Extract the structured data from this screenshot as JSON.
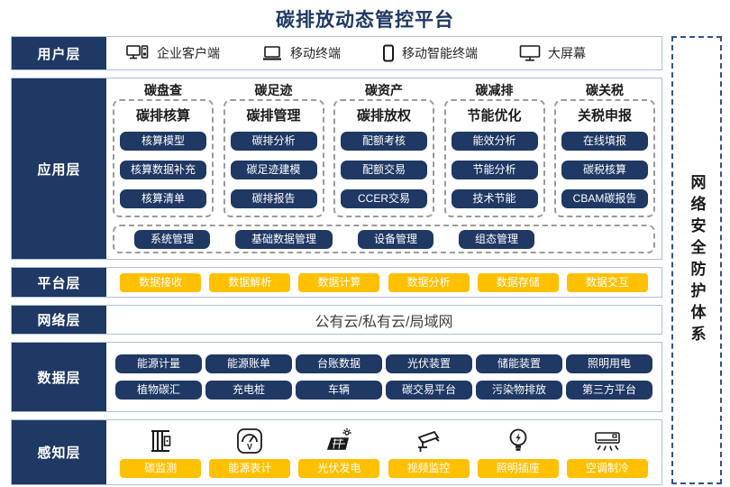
{
  "title": "碳排放动态管控平台",
  "security": {
    "label": "网络安全防护体系"
  },
  "user_layer": {
    "label": "用户层",
    "items": [
      {
        "icon": "desktop-pc-icon",
        "label": "企业客户端"
      },
      {
        "icon": "laptop-icon",
        "label": "移动终端"
      },
      {
        "icon": "smartphone-icon",
        "label": "移动智能终端"
      },
      {
        "icon": "big-screen-icon",
        "label": "大屏幕"
      }
    ]
  },
  "app_layer": {
    "label": "应用层",
    "columns": [
      {
        "header": "碳盘查",
        "subtitle": "碳排核算",
        "items": [
          "核算模型",
          "核算数据补充",
          "核算清单"
        ]
      },
      {
        "header": "碳足迹",
        "subtitle": "碳排管理",
        "items": [
          "碳排分析",
          "碳足迹建模",
          "碳排报告"
        ]
      },
      {
        "header": "碳资产",
        "subtitle": "碳排放权",
        "items": [
          "配额考核",
          "配额交易",
          "CCER交易"
        ]
      },
      {
        "header": "碳减排",
        "subtitle": "节能优化",
        "items": [
          "能效分析",
          "节能分析",
          "技术节能"
        ]
      },
      {
        "header": "碳关税",
        "subtitle": "关税申报",
        "items": [
          "在线填报",
          "碳税核算",
          "CBAM碳报告"
        ]
      }
    ],
    "management": [
      "系统管理",
      "基础数据管理",
      "设备管理",
      "组态管理"
    ]
  },
  "platform_layer": {
    "label": "平台层",
    "items": [
      "数据接收",
      "数据解析",
      "数据计算",
      "数据分析",
      "数据存储",
      "数据交互"
    ]
  },
  "network_layer": {
    "label": "网络层",
    "content": "公有云/私有云/局域网"
  },
  "data_layer": {
    "label": "数据层",
    "row1": [
      "能源计量",
      "能源账单",
      "台账数据",
      "光伏装置",
      "储能装置",
      "照明用电"
    ],
    "row2": [
      "植物碳汇",
      "充电桩",
      "车辆",
      "碳交易平台",
      "污染物排放",
      "第三方平台"
    ]
  },
  "perception_layer": {
    "label": "感知层",
    "items": [
      {
        "icon": "carbon-monitor-icon",
        "label": "碳监测"
      },
      {
        "icon": "energy-meter-icon",
        "label": "能源表计"
      },
      {
        "icon": "solar-panel-icon",
        "label": "光伏发电"
      },
      {
        "icon": "cctv-camera-icon",
        "label": "视频监控"
      },
      {
        "icon": "light-bulb-icon",
        "label": "照明插座"
      },
      {
        "icon": "air-conditioner-icon",
        "label": "空调制冷"
      }
    ]
  },
  "colors": {
    "navy": "#1F3864",
    "yellow": "#FFC000",
    "layer_border": "#AEBEDB",
    "dash_gray": "#9B9B9B",
    "security_dash": "#33518C"
  }
}
